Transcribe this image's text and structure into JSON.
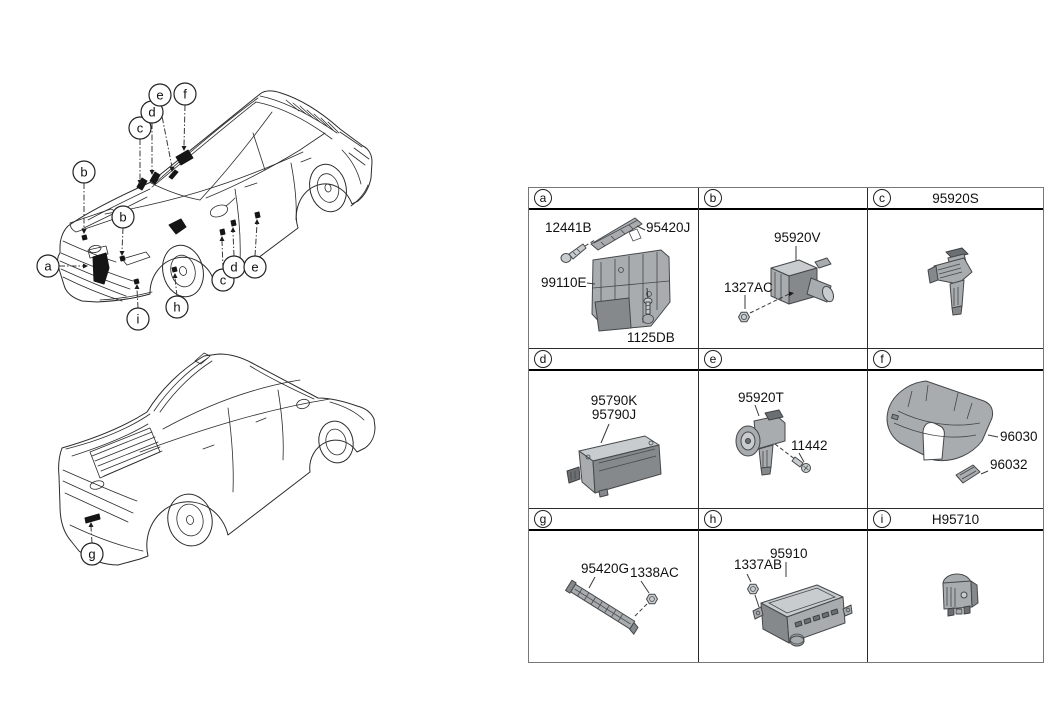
{
  "table": {
    "a": {
      "letter": "a",
      "labels": [
        "12441B",
        "95420J",
        "99110E",
        "1125DB"
      ]
    },
    "b": {
      "letter": "b",
      "labels": [
        "95920V",
        "1327AC"
      ]
    },
    "c": {
      "letter": "c",
      "header": "95920S"
    },
    "d": {
      "letter": "d",
      "labels": [
        "95790K",
        "95790J"
      ]
    },
    "e": {
      "letter": "e",
      "labels": [
        "95920T",
        "11442"
      ]
    },
    "f": {
      "letter": "f",
      "labels": [
        "96030",
        "96032"
      ]
    },
    "g": {
      "letter": "g",
      "labels": [
        "95420G",
        "1338AC"
      ]
    },
    "h": {
      "letter": "h",
      "labels": [
        "1337AB",
        "95910"
      ]
    },
    "i": {
      "letter": "i",
      "header": "H95710"
    }
  },
  "callouts": {
    "top_car": [
      "a",
      "b",
      "b",
      "c",
      "c",
      "d",
      "d",
      "e",
      "e",
      "f",
      "h",
      "i"
    ],
    "bottom_car": [
      "g"
    ]
  },
  "colors": {
    "background": "#ffffff",
    "line": "#2b2b2b",
    "part_fill": "#a8acae",
    "part_dark": "#85898c",
    "part_light": "#c9ccce",
    "callout_black_part": "#151515"
  }
}
